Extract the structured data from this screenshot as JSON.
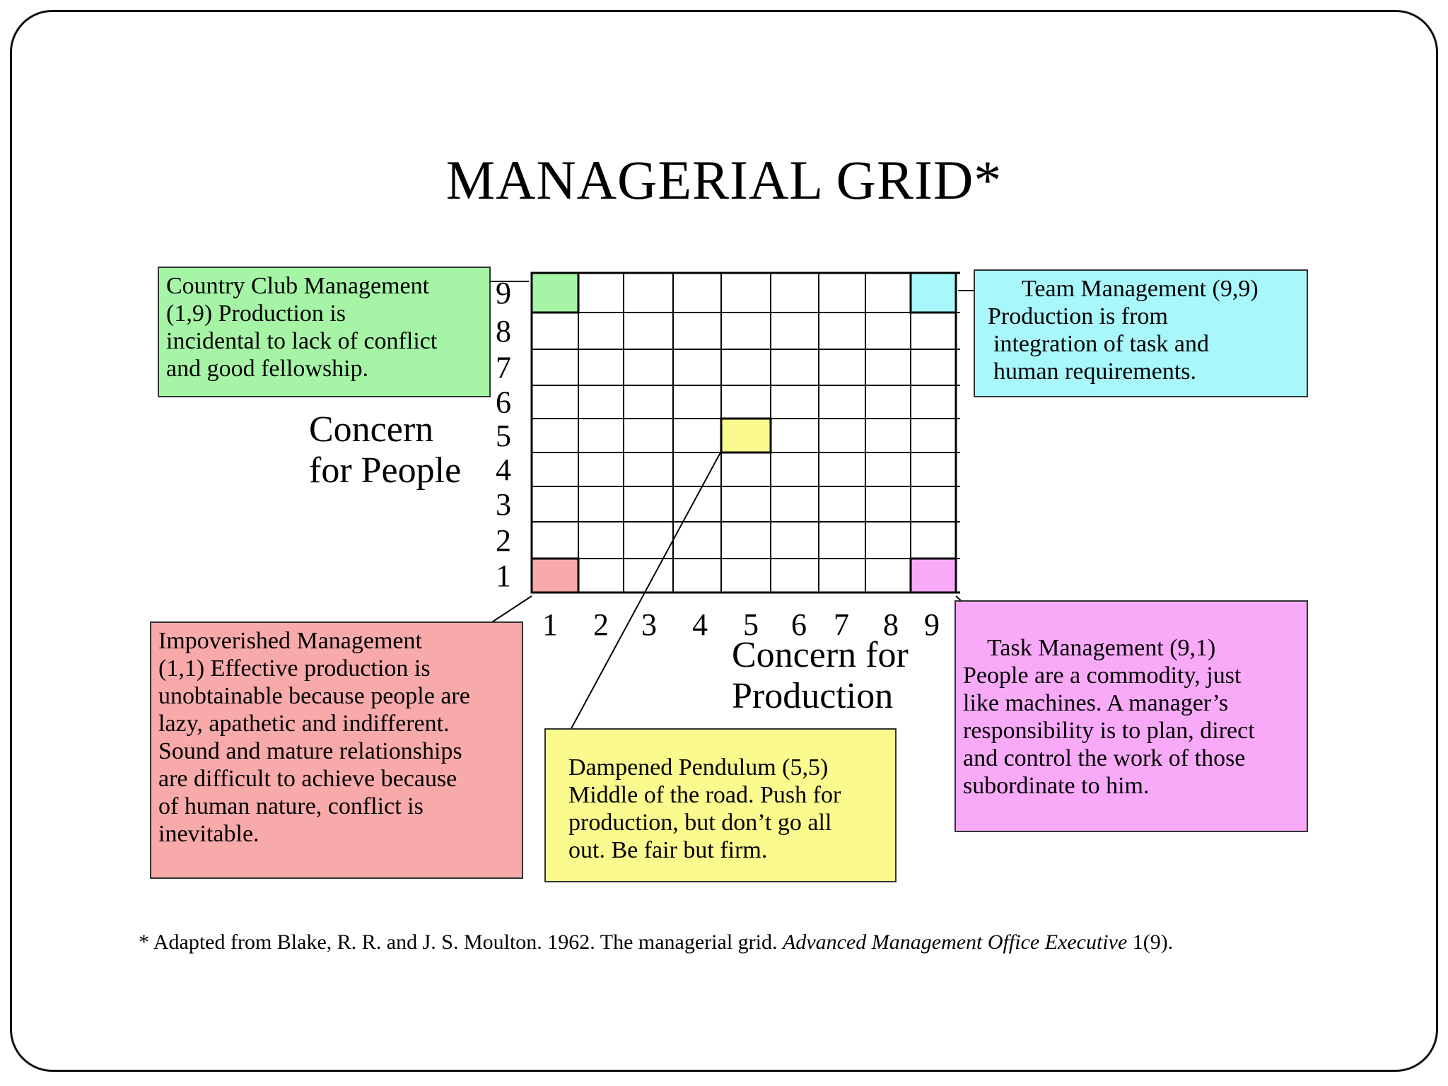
{
  "title": "MANAGERIAL GRID*",
  "y_axis": {
    "label_lines": [
      "Concern",
      "for People"
    ],
    "ticks": [
      "9",
      "8",
      "7",
      "6",
      "5",
      "4",
      "3",
      "2",
      "1"
    ]
  },
  "x_axis": {
    "label_lines": [
      "Concern for",
      "Production"
    ],
    "ticks": [
      "1",
      "2",
      "3",
      "4",
      "5",
      "6",
      "7",
      "8",
      "9"
    ]
  },
  "highlighted_cells": [
    {
      "name": "country-club",
      "x": 1,
      "y": 9,
      "color": "#a6f5a6"
    },
    {
      "name": "team",
      "x": 9,
      "y": 9,
      "color": "#a8f7fb"
    },
    {
      "name": "dampened-pendulum",
      "x": 5,
      "y": 5,
      "color": "#fafa8e"
    },
    {
      "name": "impoverished",
      "x": 1,
      "y": 1,
      "color": "#f8aaaa"
    },
    {
      "name": "task",
      "x": 9,
      "y": 1,
      "color": "#f8aaf8"
    }
  ],
  "boxes": {
    "country_club": {
      "lines": [
        "Country Club Management",
        "(1,9) Production is",
        "incidental to lack of conflict",
        "and good fellowship."
      ]
    },
    "team": {
      "lines": [
        "Team Management (9,9)",
        "Production is from",
        "integration of task and",
        "human requirements."
      ]
    },
    "impoverished": {
      "lines": [
        "Impoverished Management",
        "(1,1) Effective production is",
        "unobtainable because people are",
        "lazy, apathetic and indifferent.",
        "Sound and mature relationships",
        "are difficult to achieve because",
        "of human nature, conflict is",
        "inevitable."
      ]
    },
    "dampened": {
      "lines": [
        "Dampened Pendulum (5,5)",
        "Middle of the road. Push for",
        "production, but don’t go all",
        "out.  Be fair but firm."
      ]
    },
    "task": {
      "lines": [
        "Task Management (9,1)",
        "People are a commodity, just",
        "like machines.  A manager’s",
        "responsibility is to plan, direct",
        "and control the work of those",
        "subordinate to him."
      ]
    }
  },
  "footnote": {
    "prefix": "* Adapted from Blake, R. R. and J. S. Moulton.  1962.  The managerial grid.  ",
    "journal": "Advanced Management Office Executive",
    "suffix": " 1(9)."
  }
}
